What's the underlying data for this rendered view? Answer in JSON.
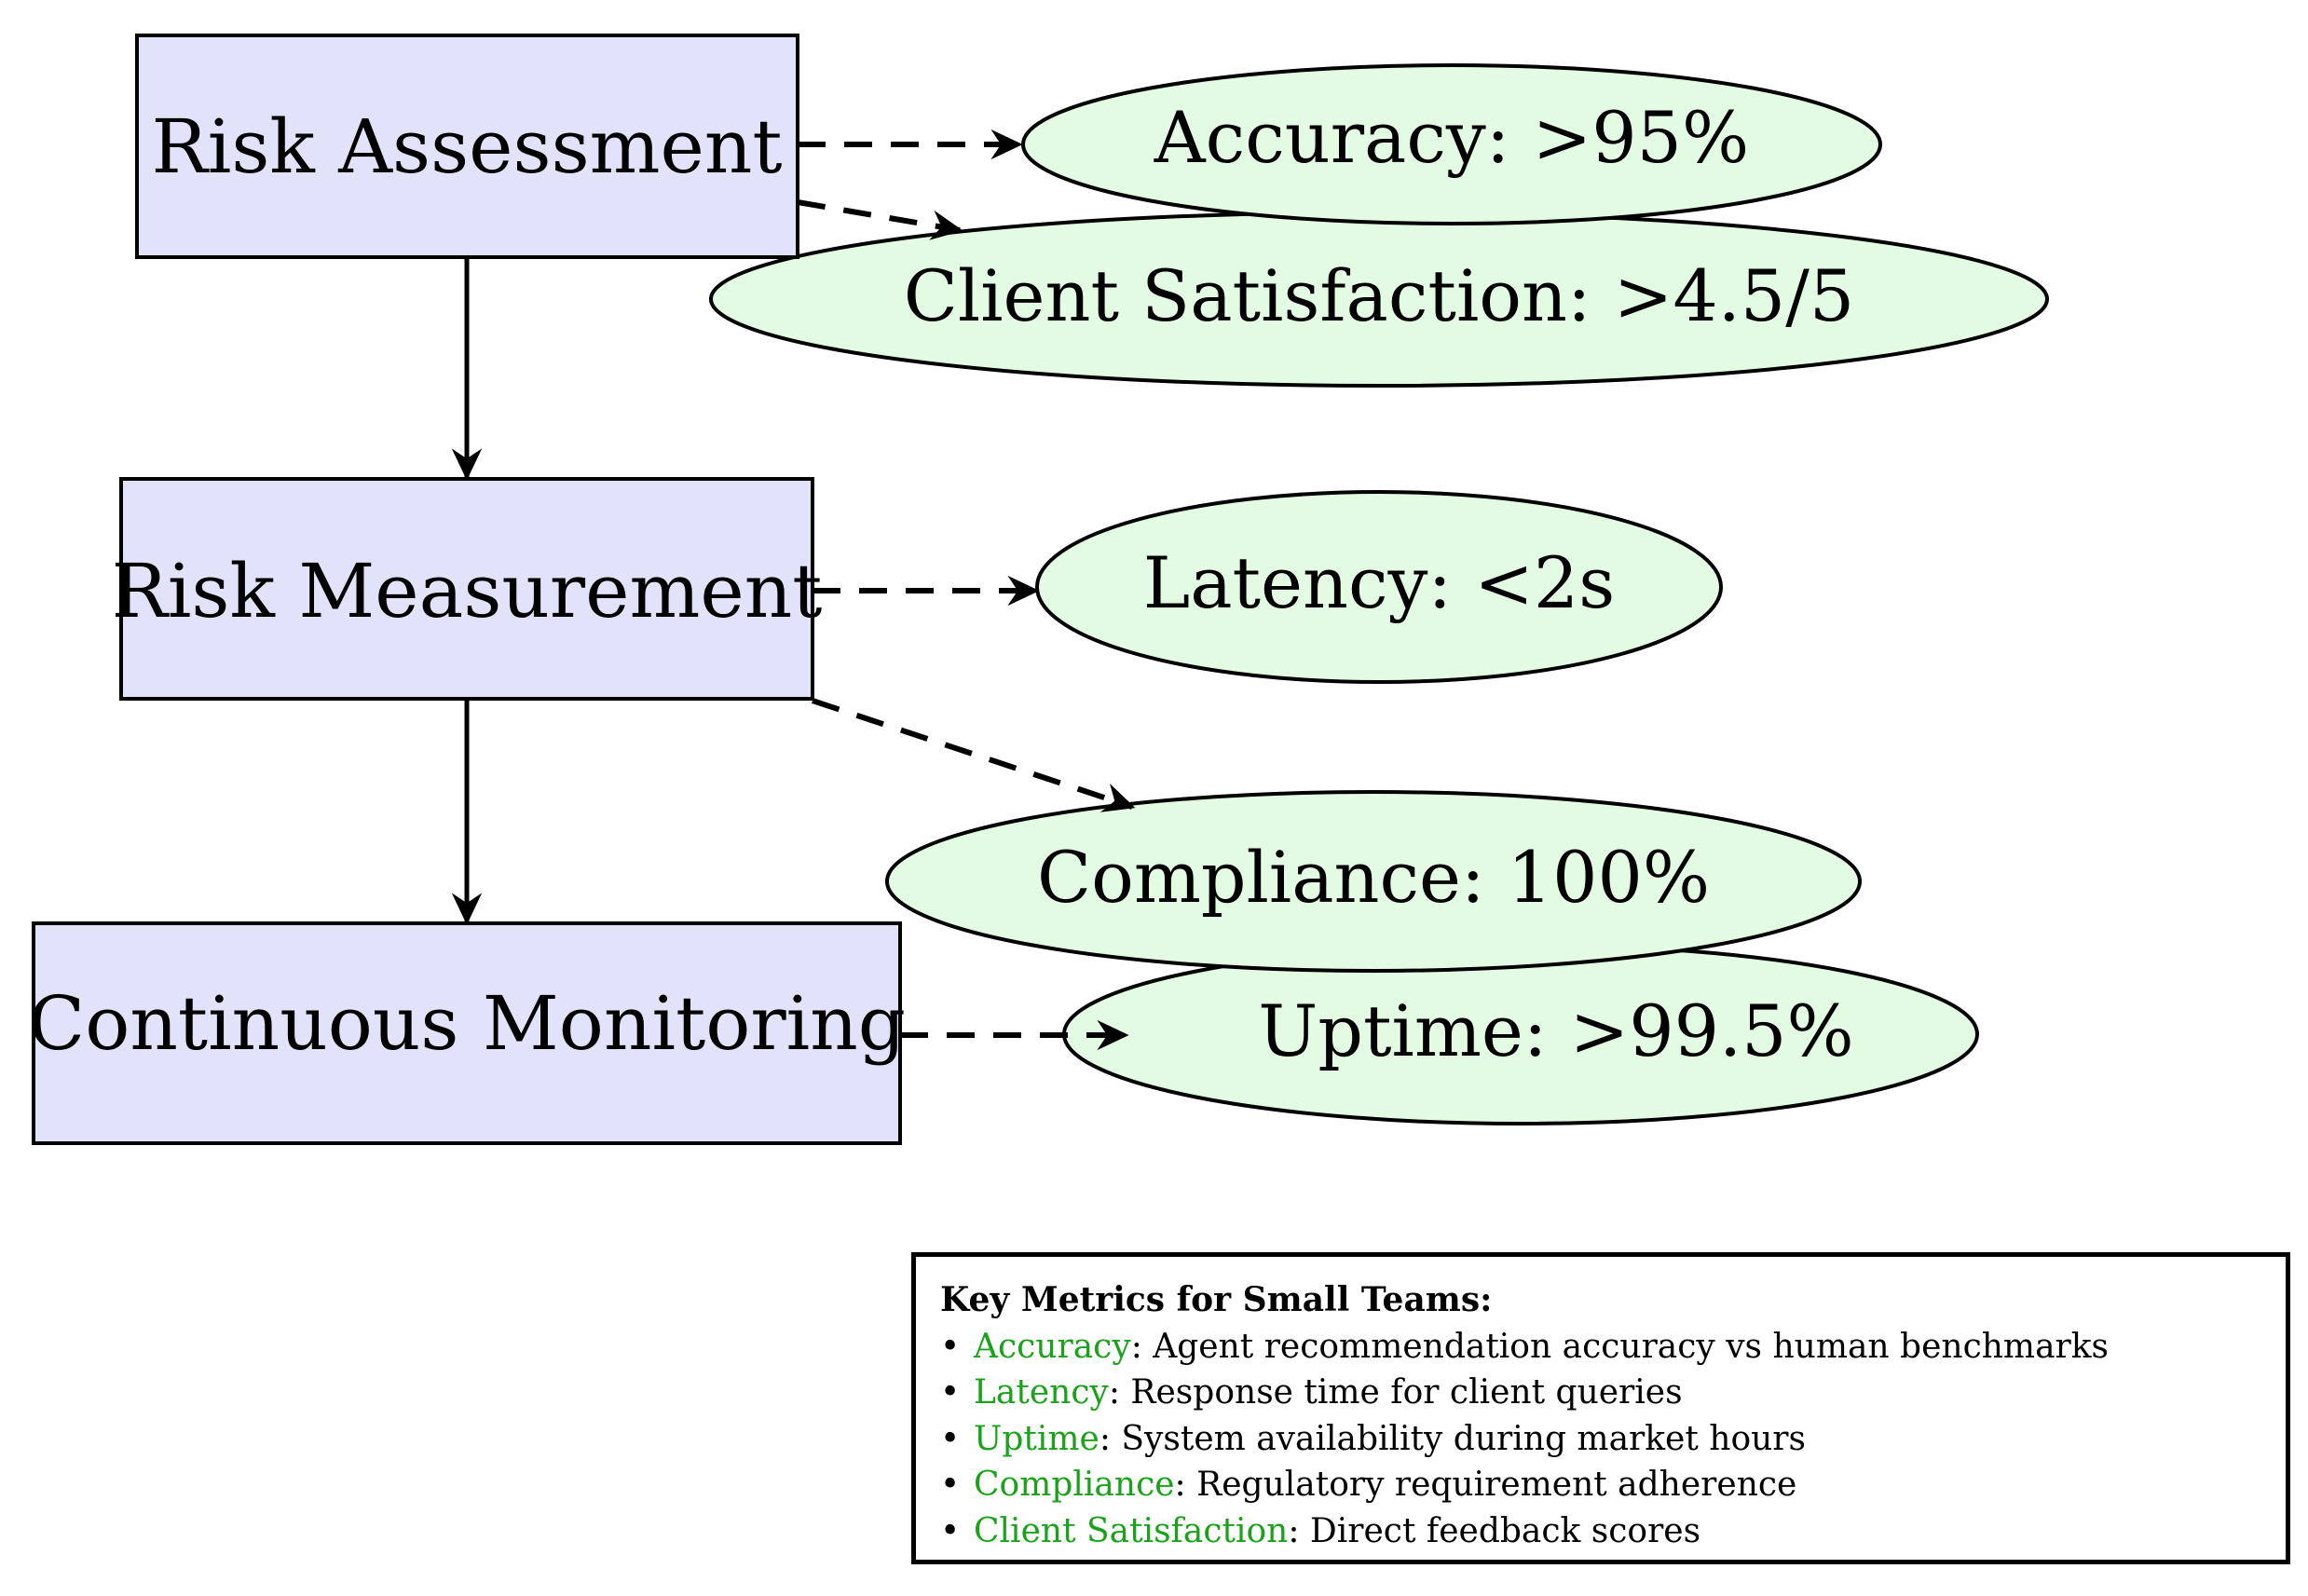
{
  "stages": [
    {
      "id": "assessment",
      "label": "Risk Assessment"
    },
    {
      "id": "measurement",
      "label": "Risk Measurement"
    },
    {
      "id": "monitoring",
      "label": "Continuous Monitoring"
    }
  ],
  "metrics": [
    {
      "id": "accuracy",
      "label": "Accuracy: >95%"
    },
    {
      "id": "client-satisfaction",
      "label": "Client Satisfaction: >4.5/5"
    },
    {
      "id": "latency",
      "label": "Latency: <2s"
    },
    {
      "id": "compliance",
      "label": "Compliance: 100%"
    },
    {
      "id": "uptime",
      "label": "Uptime: >99.5%"
    }
  ],
  "legend": {
    "title": "Key Metrics for Small Teams:",
    "bullet": "•",
    "items": [
      {
        "term": "Accuracy",
        "description": ": Agent recommendation accuracy vs human benchmarks"
      },
      {
        "term": "Latency",
        "description": ": Response time for client queries"
      },
      {
        "term": "Uptime",
        "description": ": System availability during market hours"
      },
      {
        "term": "Compliance",
        "description": ": Regulatory requirement adherence"
      },
      {
        "term": "Client Satisfaction",
        "description": ": Direct feedback scores"
      }
    ]
  },
  "colors": {
    "stage_fill": "#e2e2fb",
    "metric_fill": "#e3fbe3",
    "legend_term": "#1aa31a",
    "stroke": "#000000"
  }
}
